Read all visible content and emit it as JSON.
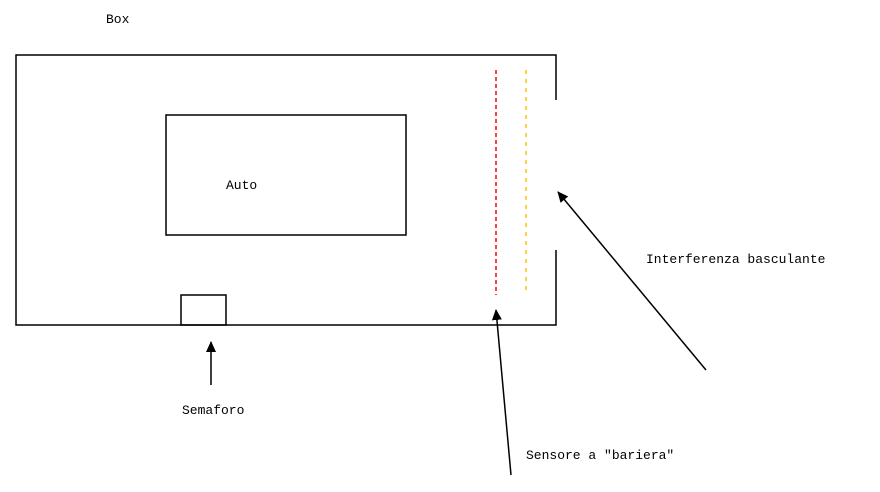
{
  "labels": {
    "box": "Box",
    "auto": "Auto",
    "semaforo": "Semaforo",
    "sensore": "Sensore a \"bariera\"",
    "interferenza": "Interferenza basculante"
  },
  "colors": {
    "stroke": "#000000",
    "sensor_line": "#ff0000",
    "interference_line": "#ffc000"
  }
}
